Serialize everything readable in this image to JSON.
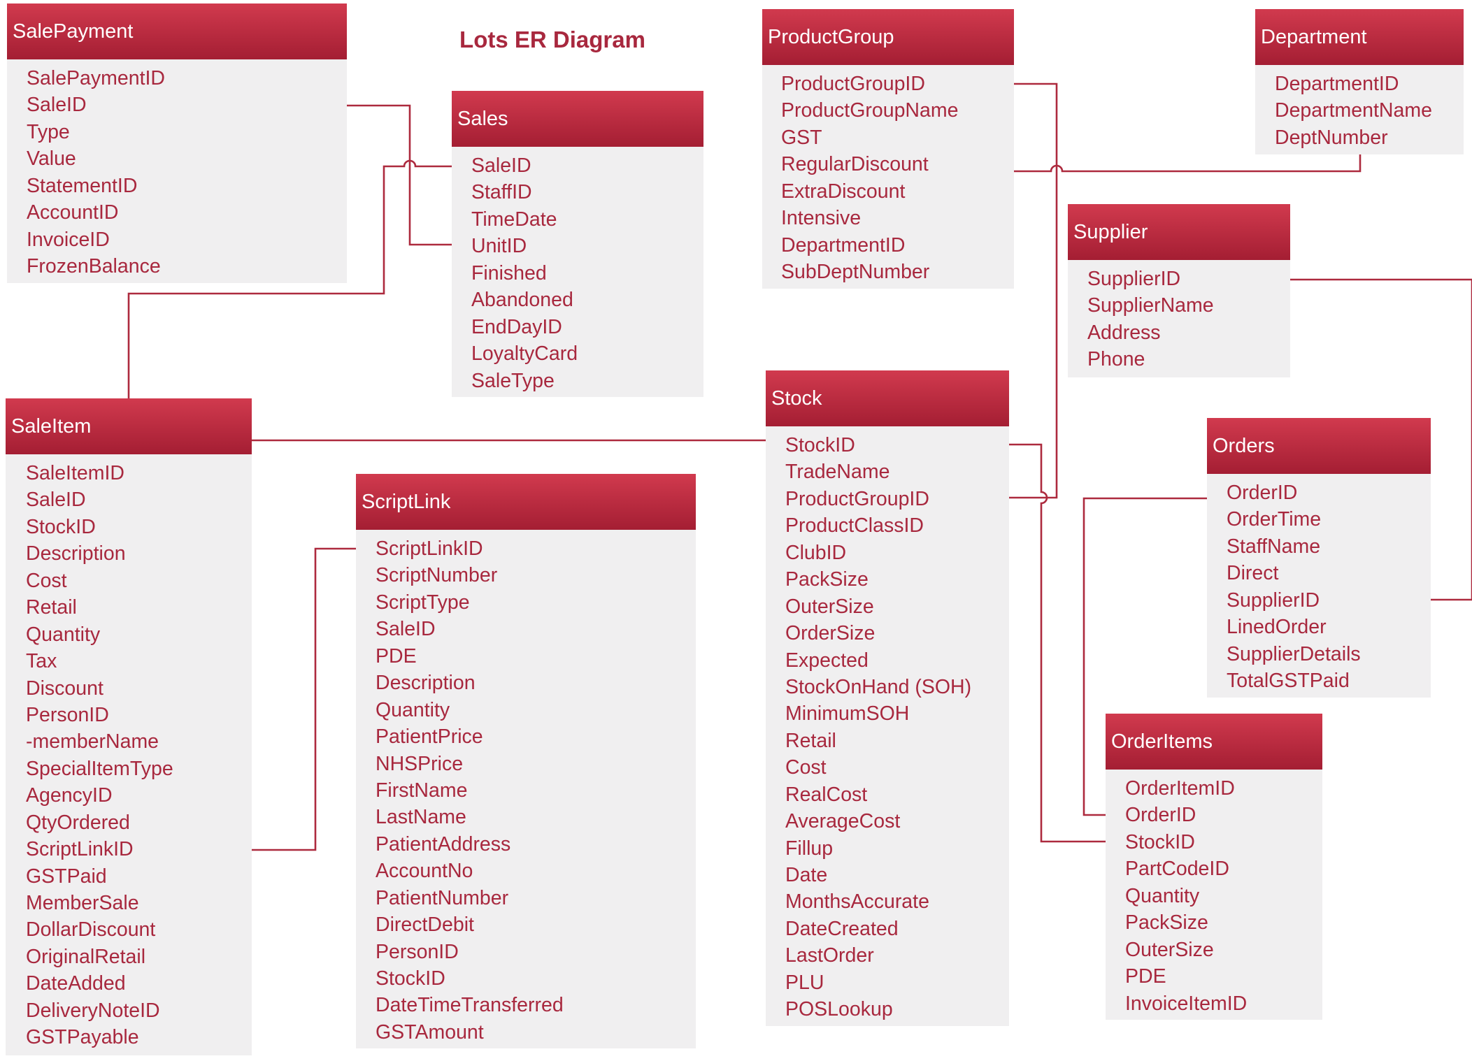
{
  "diagram_title": "Lots ER Diagram",
  "accent_color": "#a8283e",
  "header_gradient": [
    "#d13a4e",
    "#a41e33"
  ],
  "entities": {
    "salepayment": {
      "name": "SalePayment",
      "attributes": [
        "SalePaymentID",
        "SaleID",
        "Type",
        "Value",
        "StatementID",
        "AccountID",
        "InvoiceID",
        "FrozenBalance"
      ]
    },
    "sales": {
      "name": "Sales",
      "attributes": [
        "SaleID",
        "StaffID",
        "TimeDate",
        "UnitID",
        "Finished",
        "Abandoned",
        "EndDayID",
        "LoyaltyCard",
        "SaleType"
      ]
    },
    "productgroup": {
      "name": "ProductGroup",
      "attributes": [
        "ProductGroupID",
        "ProductGroupName",
        "GST",
        "RegularDiscount",
        "ExtraDiscount",
        "Intensive",
        "DepartmentID",
        "SubDeptNumber"
      ]
    },
    "department": {
      "name": "Department",
      "attributes": [
        "DepartmentID",
        "DepartmentName",
        "DeptNumber"
      ]
    },
    "supplier": {
      "name": "Supplier",
      "attributes": [
        "SupplierID",
        "SupplierName",
        "Address",
        "Phone"
      ]
    },
    "saleitem": {
      "name": "SaleItem",
      "attributes": [
        "SaleItemID",
        "SaleID",
        "StockID",
        "Description",
        "Cost",
        "Retail",
        "Quantity",
        "Tax",
        "Discount",
        "PersonID",
        "-memberName",
        "SpecialItemType",
        "AgencyID",
        "QtyOrdered",
        "ScriptLinkID",
        "GSTPaid",
        "MemberSale",
        "DollarDiscount",
        "OriginalRetail",
        "DateAdded",
        "DeliveryNoteID",
        "GSTPayable"
      ]
    },
    "scriptlink": {
      "name": "ScriptLink",
      "attributes": [
        "ScriptLinkID",
        "ScriptNumber",
        "ScriptType",
        "SaleID",
        "PDE",
        "Description",
        "Quantity",
        "PatientPrice",
        "NHSPrice",
        "FirstName",
        "LastName",
        "PatientAddress",
        "AccountNo",
        "PatientNumber",
        "DirectDebit",
        "PersonID",
        "StockID",
        "DateTimeTransferred",
        "GSTAmount"
      ]
    },
    "stock": {
      "name": "Stock",
      "attributes": [
        "StockID",
        "TradeName",
        "ProductGroupID",
        "ProductClassID",
        "ClubID",
        "PackSize",
        "OuterSize",
        "OrderSize",
        "Expected",
        "StockOnHand (SOH)",
        "MinimumSOH",
        "Retail",
        "Cost",
        "RealCost",
        "AverageCost",
        "Fillup",
        "Date",
        "MonthsAccurate",
        "DateCreated",
        "LastOrder",
        "PLU",
        "POSLookup"
      ]
    },
    "orders": {
      "name": "Orders",
      "attributes": [
        "OrderID",
        "OrderTime",
        "StaffName",
        "Direct",
        "SupplierID",
        "LinedOrder",
        "SupplierDetails",
        "TotalGSTPaid"
      ]
    },
    "orderitems": {
      "name": "OrderItems",
      "attributes": [
        "OrderItemID",
        "OrderID",
        "StockID",
        "PartCodeID",
        "Quantity",
        "PackSize",
        "OuterSize",
        "PDE",
        "InvoiceItemID"
      ]
    }
  },
  "relationships": [
    {
      "from": "SalePayment.SaleID",
      "to": "Sales.UnitID"
    },
    {
      "from": "Sales.SaleID",
      "to": "SaleItem.SaleID"
    },
    {
      "from": "SaleItem.StockID",
      "to": "Stock.StockID"
    },
    {
      "from": "SaleItem.ScriptLinkID",
      "to": "ScriptLink.ScriptLinkID"
    },
    {
      "from": "ProductGroup.ProductGroupID",
      "to": "Stock.ProductGroupID"
    },
    {
      "from": "ProductGroup.RegularDiscount",
      "to": "Department.DeptNumber"
    },
    {
      "from": "Supplier.SupplierID",
      "to": "Orders.SupplierID"
    },
    {
      "from": "Orders.OrderID",
      "to": "OrderItems.OrderID"
    },
    {
      "from": "Stock.StockID",
      "to": "OrderItems.StockID"
    }
  ]
}
